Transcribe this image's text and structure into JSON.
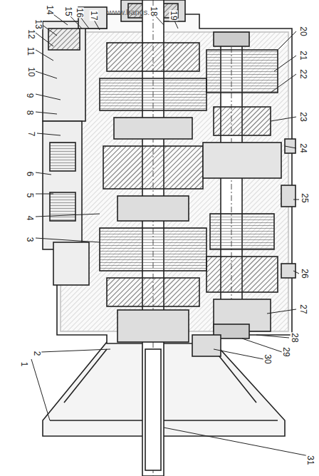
{
  "diagram": {
    "labels": [
      "www.bangs.ru",
      "1",
      "2",
      "3",
      "4",
      "5",
      "6",
      "7",
      "8",
      "9",
      "10",
      "11",
      "12",
      "13",
      "14",
      "15",
      "16",
      "17",
      "18",
      "19",
      "20",
      "21",
      "22",
      "23",
      "24",
      "25",
      "26",
      "27",
      "28",
      "29",
      "30",
      "31"
    ]
  }
}
